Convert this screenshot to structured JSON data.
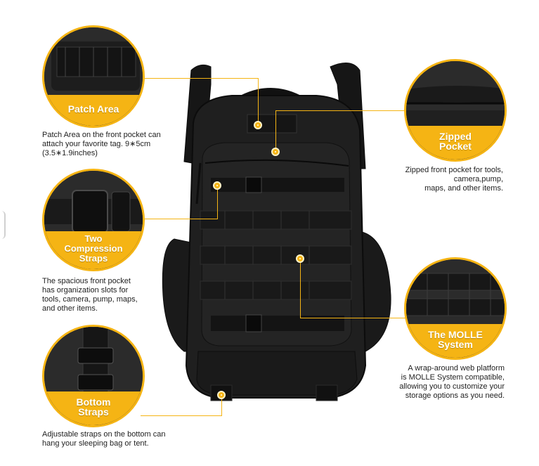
{
  "callouts": {
    "patch": {
      "title": "Patch Area",
      "description": "Patch Area on the front pocket can\nattach your favorite tag. 9∗5cm\n(3.5∗1.9inches)"
    },
    "compression": {
      "title": "Two\nCompression\nStraps",
      "description": "The spacious front pocket\nhas organization slots for\ntools, camera, pump, maps,\nand other items."
    },
    "bottom": {
      "title": "Bottom\nStraps",
      "description": "Adjustable straps on the bottom can\nhang your sleeping bag or tent."
    },
    "zipped": {
      "title": "Zipped\nPocket",
      "description": "Zipped front pocket for tools,\ncamera,pump,\nmaps, and other items."
    },
    "molle": {
      "title": "The MOLLE\nSystem",
      "description": "A wrap-around web platform\nis MOLLE System compatible,\nallowing you to customize your\nstorage options as you need."
    }
  },
  "colors": {
    "accent": "#f5b414",
    "bag": "#1c1c1c"
  },
  "product": "black tactical backpack"
}
